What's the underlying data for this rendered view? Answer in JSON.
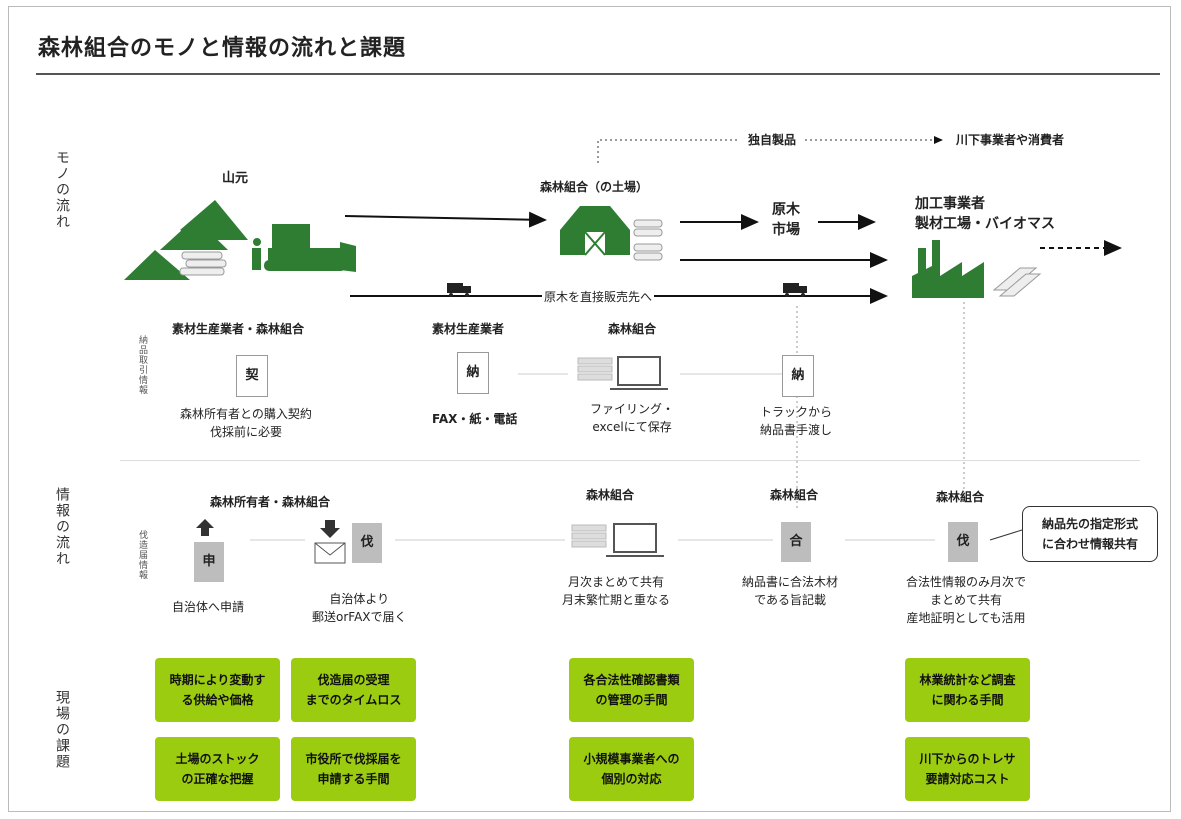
{
  "title": "森林組合のモノと情報の流れと課題",
  "row_labels": {
    "mono": "モノの流れ",
    "joho": "情報の流れ",
    "genba": "現場の課題"
  },
  "sub_labels": {
    "nohin": "納品取引情報",
    "batsuzo": "伐造届情報"
  },
  "mono_flow": {
    "yamamoto": "山元",
    "kumiai_dotaba": "森林組合（の土場）",
    "genboku_ichiba": [
      "原木",
      "市場"
    ],
    "kakou": [
      "加工事業者",
      "製材工場・バイオマス"
    ],
    "dokuji": "独自製品",
    "kawashimo": "川下事業者や消費者",
    "chokusetsu": "原木を直接販売先へ"
  },
  "nohin": {
    "col1": {
      "head": "素材生産業者・森林組合",
      "doc": "契",
      "text": [
        "森林所有者との購入契約",
        "伐採前に必要"
      ]
    },
    "col2": {
      "head": "素材生産業者",
      "doc": "納",
      "text": [
        "FAX・紙・電話"
      ]
    },
    "col3": {
      "head": "森林組合",
      "text": [
        "ファイリング・",
        "excelにて保存"
      ]
    },
    "col4": {
      "doc": "納",
      "text": [
        "トラックから",
        "納品書手渡し"
      ]
    }
  },
  "joho": {
    "col1": {
      "head": "森林所有者・森林組合",
      "doc": "申",
      "text": "自治体へ申請"
    },
    "col2": {
      "doc": "伐",
      "text": [
        "自治体より",
        "郵送orFAXで届く"
      ]
    },
    "col3": {
      "head": "森林組合",
      "text": [
        "月次まとめて共有",
        "月末繁忙期と重なる"
      ]
    },
    "col4": {
      "head": "森林組合",
      "doc": "合",
      "text": [
        "納品書に合法木材",
        "である旨記載"
      ]
    },
    "col5": {
      "head": "森林組合",
      "doc": "伐",
      "text": [
        "合法性情報のみ月次で",
        "まとめて共有",
        "産地証明としても活用"
      ]
    },
    "bubble": [
      "納品先の指定形式",
      "に合わせ情報共有"
    ]
  },
  "issues": [
    [
      "時期により変動す",
      "る供給や価格"
    ],
    [
      "伐造届の受理",
      "までのタイムロス"
    ],
    [
      "土場のストック",
      "の正確な把握"
    ],
    [
      "市役所で伐採届を",
      "申請する手間"
    ],
    [
      "各合法性確認書類",
      "の管理の手間"
    ],
    [
      "小規模事業者への",
      "個別の対応"
    ],
    [
      "林業統計など調査",
      "に関わる手間"
    ],
    [
      "川下からのトレサ",
      "要請対応コスト"
    ]
  ],
  "colors": {
    "green": "#2e7d32",
    "lime": "#9ccc10",
    "grey": "#bdbdbd"
  }
}
